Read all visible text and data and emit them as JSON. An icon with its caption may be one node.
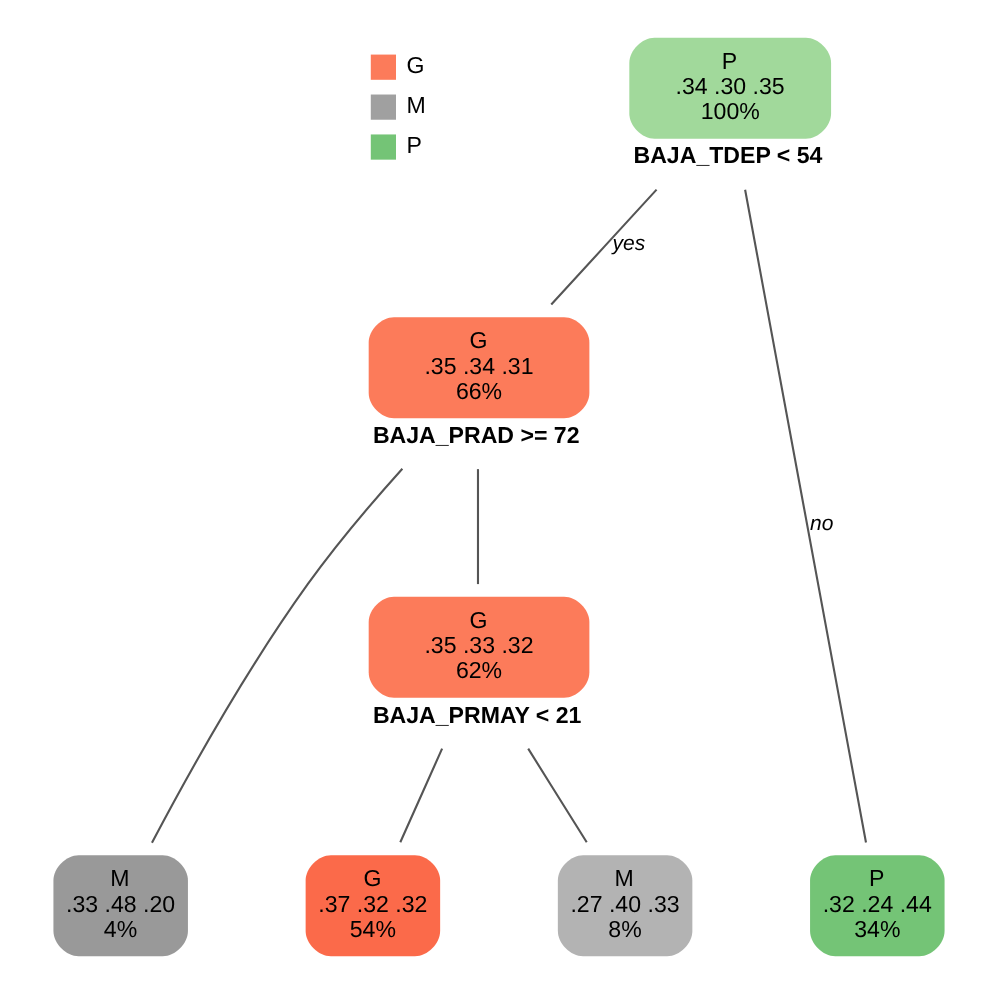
{
  "diagram": {
    "nodes": [
      {
        "text": [
          "P",
          ".34 .30 .35",
          "100%"
        ],
        "beside": [
          "BAJA_TDEP < 54"
        ]
      },
      {
        "text": [
          "G",
          ".35 .34 .31",
          "66%"
        ],
        "beside": [
          "BAJA_PRAD >= 72"
        ]
      },
      {
        "text": [
          "G",
          ".35 .33 .32",
          "62%"
        ],
        "beside": [
          "BAJA_PRMAY < 21"
        ]
      },
      {
        "text": [
          "M",
          ".33 .48 .20",
          "4%"
        ]
      },
      {
        "text": [
          "G",
          ".37 .32 .32",
          "54%"
        ]
      },
      {
        "text": [
          "M",
          ".27 .40 .33",
          "8%"
        ]
      },
      {
        "text": [
          "P",
          ".32 .24 .44",
          "34%"
        ]
      }
    ],
    "edges": [
      {
        "from": 0,
        "to": 1,
        "arrow": "none",
        "label": "yes"
      },
      {
        "from": 0,
        "to": 6,
        "arrow": "none",
        "label": "no"
      },
      {
        "from": 1,
        "to": 3,
        "arrow": "none"
      },
      {
        "from": 1,
        "to": 2,
        "arrow": "none"
      },
      {
        "from": 2,
        "to": 4,
        "arrow": "none"
      },
      {
        "from": 2,
        "to": 5,
        "arrow": "none"
      }
    ],
    "legend": [
      {
        "text": "G",
        "color": "#fc7b5a"
      },
      {
        "text": "M",
        "color": "#a0a0a0"
      },
      {
        "text": "P",
        "color": "#74c476"
      }
    ]
  }
}
